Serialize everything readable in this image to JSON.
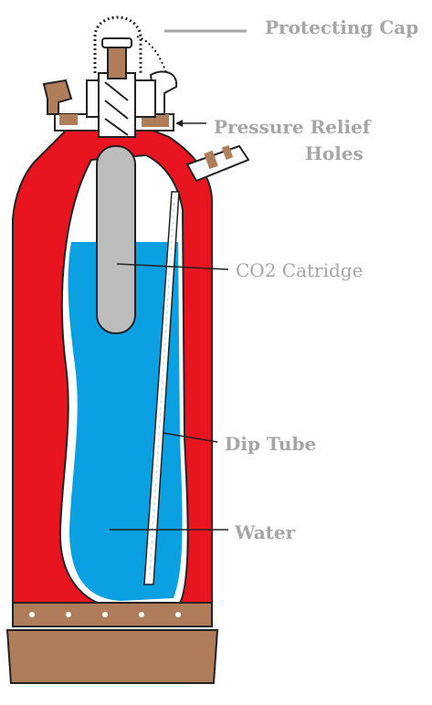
{
  "labels": {
    "protecting_cap": "Protecting Cap",
    "pressure_relief_line1": "Pressure Relief",
    "pressure_relief_line2": "Holes",
    "co2_cartridge": "CO2 Catridge",
    "dip_tube": "Dip Tube",
    "water": "Water"
  },
  "colors": {
    "body": "#e8141f",
    "water": "#0aa0e2",
    "cartridge": "#bdbdbd",
    "brass": "#b07d5a",
    "outline": "#222222",
    "label": "#a6a6a6"
  }
}
